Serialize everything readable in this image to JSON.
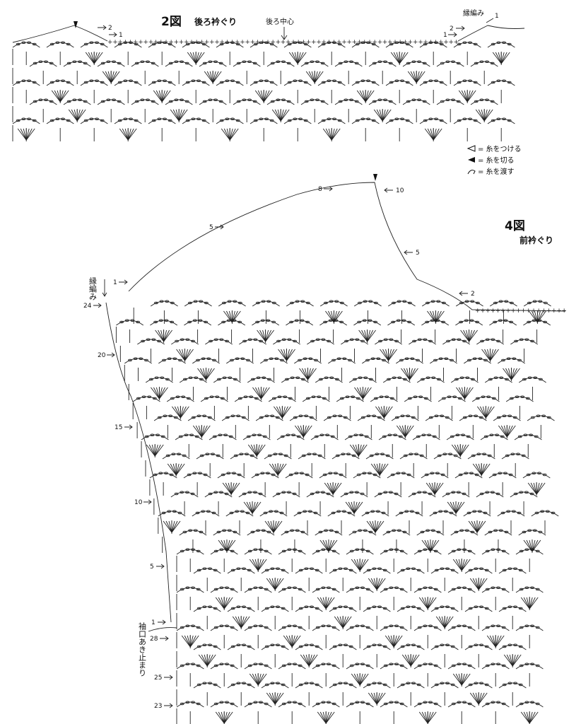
{
  "diagram2": {
    "title": "2図",
    "subtitle": "後ろ衿ぐり",
    "center_label": "後ろ中心",
    "edging_label": "縁編み",
    "row_numbers_left": [
      "2",
      "1"
    ],
    "row_numbers_right": [
      "2",
      "1"
    ],
    "edging_row": "1"
  },
  "legend": {
    "attach": "= 糸をつける",
    "cut": "= 糸を切る",
    "carry": "= 糸を渡す"
  },
  "diagram4": {
    "title": "4図",
    "subtitle": "前衿ぐり",
    "edging_label": "縁編み",
    "edging_row": "1",
    "sleeve_label": "袖口あき止まり",
    "top_rows": [
      "8",
      "10",
      "5",
      "5",
      "2"
    ],
    "left_rows": [
      "24",
      "20",
      "15",
      "10",
      "5",
      "1",
      "28",
      "25",
      "23"
    ]
  }
}
